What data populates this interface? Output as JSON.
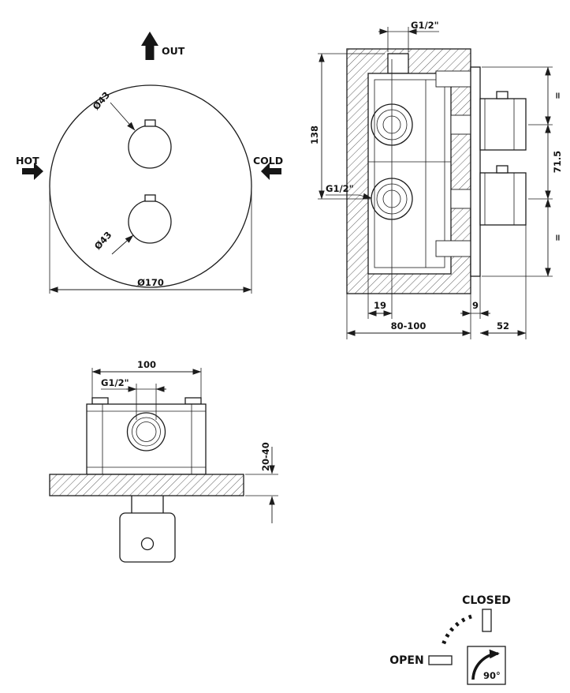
{
  "colors": {
    "ink": "#1c1c1c",
    "background": "#ffffff"
  },
  "front_view": {
    "out_label": "OUT",
    "hot_label": "HOT",
    "cold_label": "COLD",
    "top_knob_diameter": "Ø43",
    "bottom_knob_diameter": "Ø43",
    "plate_diameter": "Ø170"
  },
  "section_view": {
    "top_connection": "G1/2\"",
    "vertical_span": "138",
    "inlet_connection": "G1/2\"",
    "equal_top": "=",
    "knob_spacing": "71.5",
    "equal_bottom": "=",
    "inset_offset": "19",
    "rough_in_depth": "80-100",
    "plate_gap": "9",
    "knob_projection": "52"
  },
  "bottom_view": {
    "body_width": "100",
    "connection": "G1/2\"",
    "finish_depth": "20-40"
  },
  "operation": {
    "closed_label": "CLOSED",
    "open_label": "OPEN",
    "rotation_angle": "90°"
  }
}
